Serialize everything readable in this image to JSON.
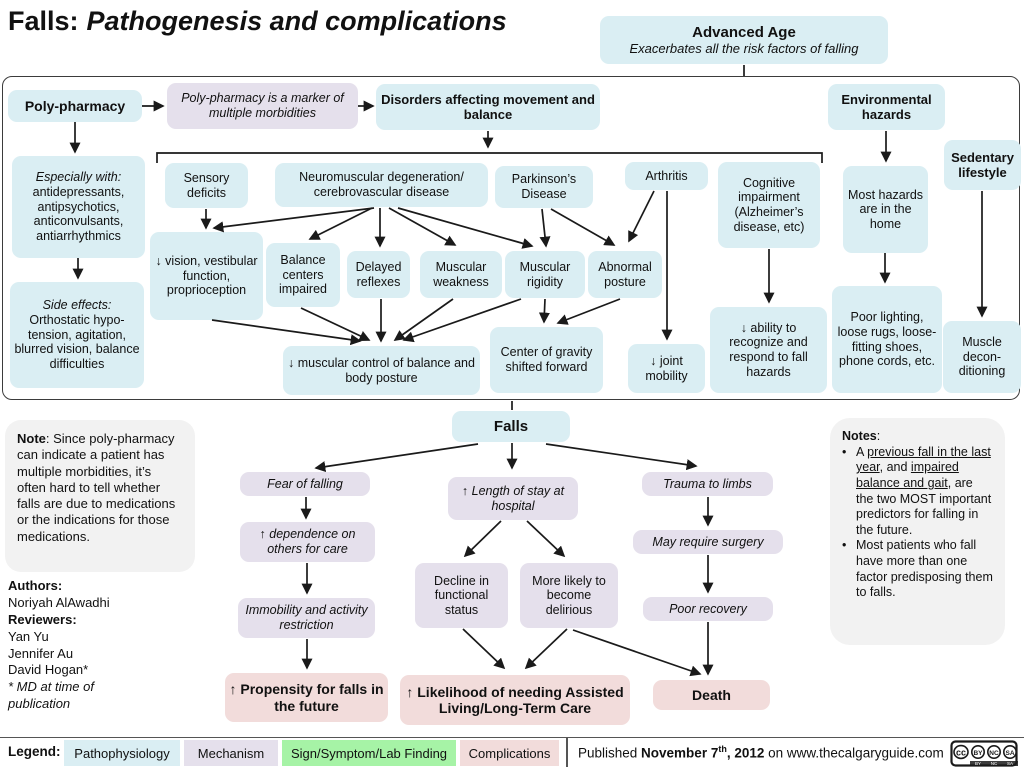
{
  "title": {
    "prefix": "Falls:",
    "subtitle": "Pathogenesis and complications"
  },
  "advanced_age": {
    "title": "Advanced Age",
    "subtitle": "Exacerbates all the risk factors of falling"
  },
  "nodes": {
    "poly_pharmacy": "Poly-pharmacy",
    "marker": "Poly-pharmacy is a marker of multiple morbidities",
    "disorders": "Disorders affecting movement and balance",
    "environmental": "Environmental hazards",
    "sedentary": "Sedentary lifestyle",
    "especially": {
      "lead": "Especially with:",
      "rest": "antidepressants, antipsychotics, anticonvulsants, antiarrhythmics"
    },
    "side_effects": {
      "lead": "Side effects:",
      "rest": "Orthostatic hypo-tension, agitation, blurred vision, balance difficulties"
    },
    "sensory": "Sensory deficits",
    "neuromuscular": "Neuromuscular degeneration/ cerebrovascular disease",
    "parkinsons": "Parkinson’s Disease",
    "arthritis": "Arthritis",
    "cognitive": "Cognitive impairment (Alzheimer’s disease, etc)",
    "most_hazards": "Most hazards are in the home",
    "vision": "↓ vision, vestibular function, proprioception",
    "balance_centers": "Balance centers impaired",
    "delayed_reflexes": "Delayed reflexes",
    "muscular_weakness": "Muscular weakness",
    "muscular_rigidity": "Muscular rigidity",
    "abnormal_posture": "Abnormal posture",
    "muscular_control": "↓ muscular control of balance and body posture",
    "center_gravity": "Center of gravity shifted forward",
    "joint_mobility": "↓ joint mobility",
    "ability": "↓ ability to recognize and respond to fall hazards",
    "poor_lighting": "Poor lighting, loose rugs, loose-fitting shoes, phone cords, etc.",
    "muscle_decon": "Muscle decon-ditioning",
    "falls": "Falls",
    "fear": "Fear of falling",
    "dependence": "↑ dependence on others for care",
    "immobility": "Immobility and activity restriction",
    "length_stay": "↑  Length of stay at hospital",
    "decline": "Decline in functional status",
    "delirious": "More likely to become delirious",
    "trauma": "Trauma to limbs",
    "surgery": "May require surgery",
    "poor_recovery": "Poor recovery",
    "propensity": "↑  Propensity for falls in the future",
    "likelihood": "↑  Likelihood of needing Assisted Living/Long-Term Care",
    "death": "Death"
  },
  "note_left": {
    "lead": "Note",
    "rest": ": Since poly-pharmacy can indicate a patient has multiple morbidities, it’s often hard to tell whether falls are due to medications or the indications for those medications."
  },
  "credits": {
    "authors_label": "Authors:",
    "author": "Noriyah AlAwadhi",
    "reviewers_label": "Reviewers:",
    "reviewer1": "Yan Yu",
    "reviewer2": "Jennifer Au",
    "reviewer3": "David Hogan*",
    "footnote1": "* MD at time of",
    "footnote2": "publication"
  },
  "notes_right": {
    "title": "Notes",
    "colon": ":",
    "bullet1": [
      "A ",
      "previous fall in the last year",
      ", and ",
      "impaired balance and gait",
      ", are the two MOST important predictors for falling in the future."
    ],
    "bullet2": "Most patients who fall have more than one factor predisposing them to falls."
  },
  "legend": {
    "label": "Legend:",
    "items": [
      {
        "label": "Pathophysiology",
        "color": "#daeef3"
      },
      {
        "label": "Mechanism",
        "color": "#e5e0ec"
      },
      {
        "label": "Sign/Symptom/Lab Finding",
        "color": "#a6f3a6"
      },
      {
        "label": "Complications",
        "color": "#f2dcdb"
      }
    ]
  },
  "published": {
    "prefix": "Published ",
    "date": "November 7",
    "sup": "th",
    "date2": ", 2012",
    "rest": " on www.thecalgaryguide.com"
  },
  "license_icon": "cc-by-nc-sa"
}
